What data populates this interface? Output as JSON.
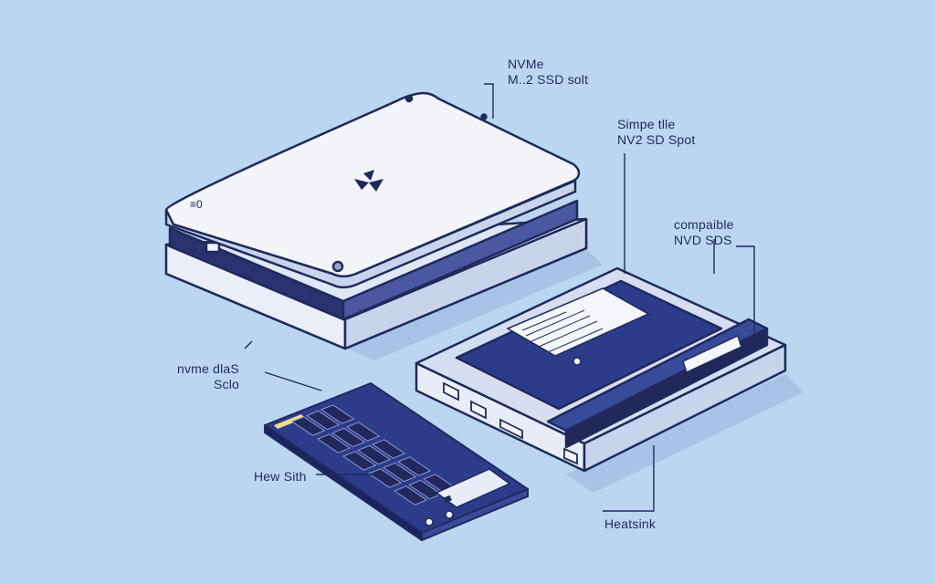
{
  "labels": {
    "nvme_slot": {
      "line1": "NVMe",
      "line2": "M..2 SSD solt"
    },
    "simple_title": {
      "line1": "Simpe tlle",
      "line2": "NV2 SD Spot"
    },
    "compatible": {
      "line1": "compaible",
      "line2": "NVD SDS"
    },
    "nvme_class": {
      "line1": "nvme dlaS",
      "line2": "Sclo"
    },
    "heatsink_left": "Hew Sith",
    "heatsink_right": "Heatsink"
  },
  "colors": {
    "background": "#bcd6f2",
    "ink": "#1f2a5c",
    "device_top": "#f2f4fa",
    "device_shade": "#c9d4ec",
    "pcb": "#2d3c8a",
    "chip": "#22285c"
  },
  "icons": {
    "console_logo": "bowtie-logo-icon"
  }
}
